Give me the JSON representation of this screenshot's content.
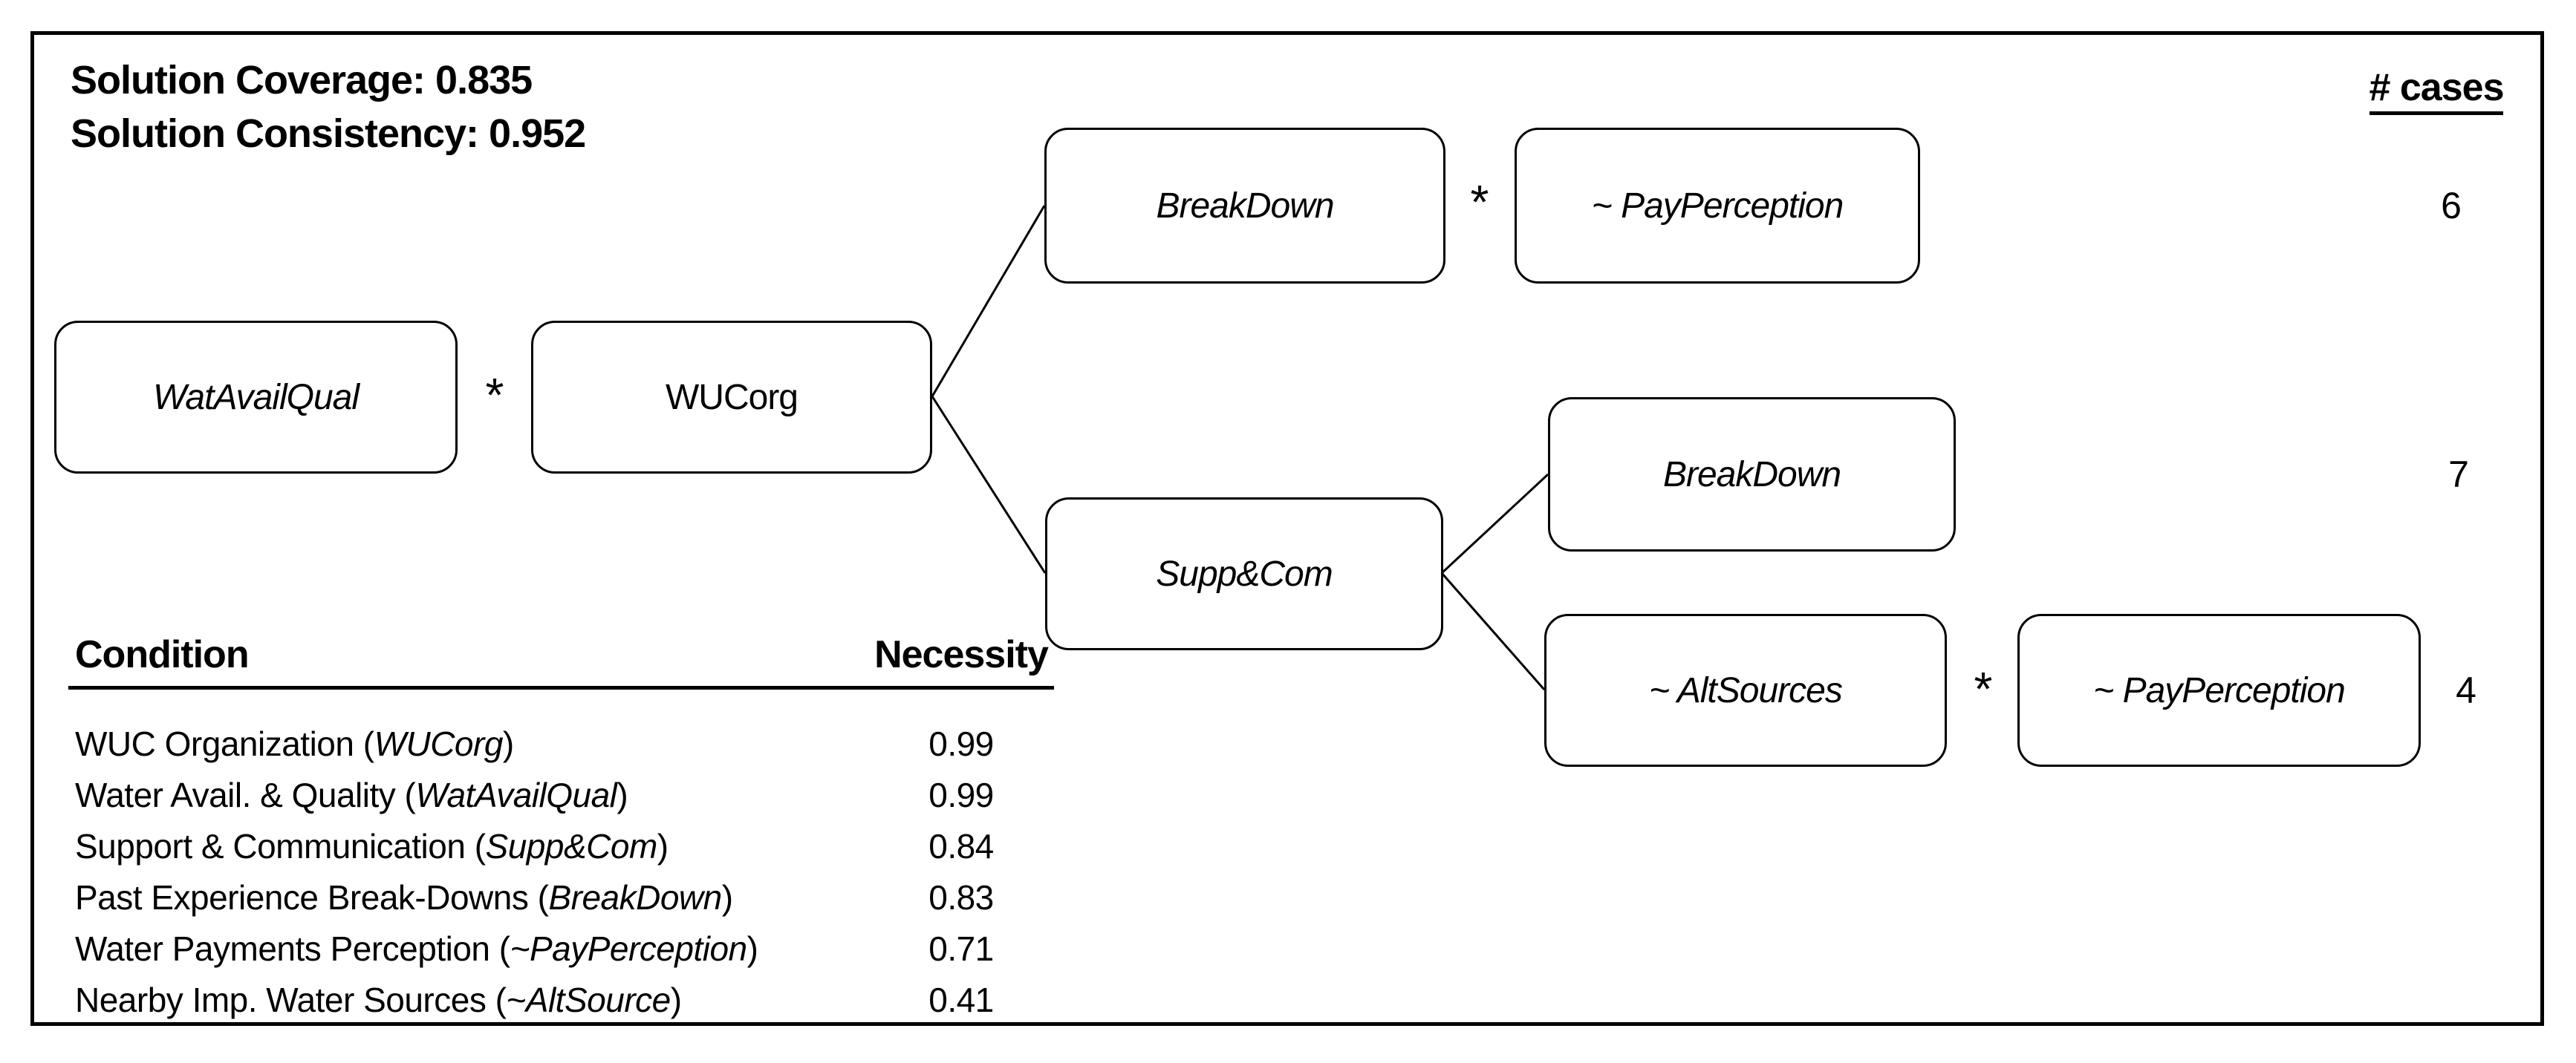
{
  "stats": {
    "coverage": "Solution Coverage: 0.835",
    "consistency": "Solution Consistency: 0.952"
  },
  "cases_column": {
    "header": "# cases",
    "counts": [
      "6",
      "7",
      "4"
    ]
  },
  "diagram": {
    "operator": "*",
    "nodes": {
      "watavailqual": "WatAvailQual",
      "wucorg": "WUCorg",
      "breakdown1": "BreakDown",
      "payperception1": "~ PayPerception",
      "suppcom": "Supp&Com",
      "breakdown2": "BreakDown",
      "altsources": "~ AltSources",
      "payperception2": "~ PayPerception"
    }
  },
  "necessity_table": {
    "header_condition": "Condition",
    "header_necessity": "Necessity",
    "rows": [
      {
        "prefix": "WUC Organization (",
        "code": "WUCorg",
        "suffix": ")",
        "value": "0.99"
      },
      {
        "prefix": "Water Avail. & Quality (",
        "code": "WatAvailQual",
        "suffix": ")",
        "value": "0.99"
      },
      {
        "prefix": "Support & Communication (",
        "code": "Supp&Com",
        "suffix": ")",
        "value": "0.84"
      },
      {
        "prefix": "Past Experience Break-Downs (",
        "code": "BreakDown",
        "suffix": ")",
        "value": "0.83"
      },
      {
        "prefix": "Water Payments Perception (",
        "code": "~PayPerception",
        "suffix": ")",
        "value": "0.71"
      },
      {
        "prefix": "Nearby Imp. Water Sources (",
        "code": "~AltSource",
        "suffix": ")",
        "value": "0.41"
      }
    ]
  }
}
